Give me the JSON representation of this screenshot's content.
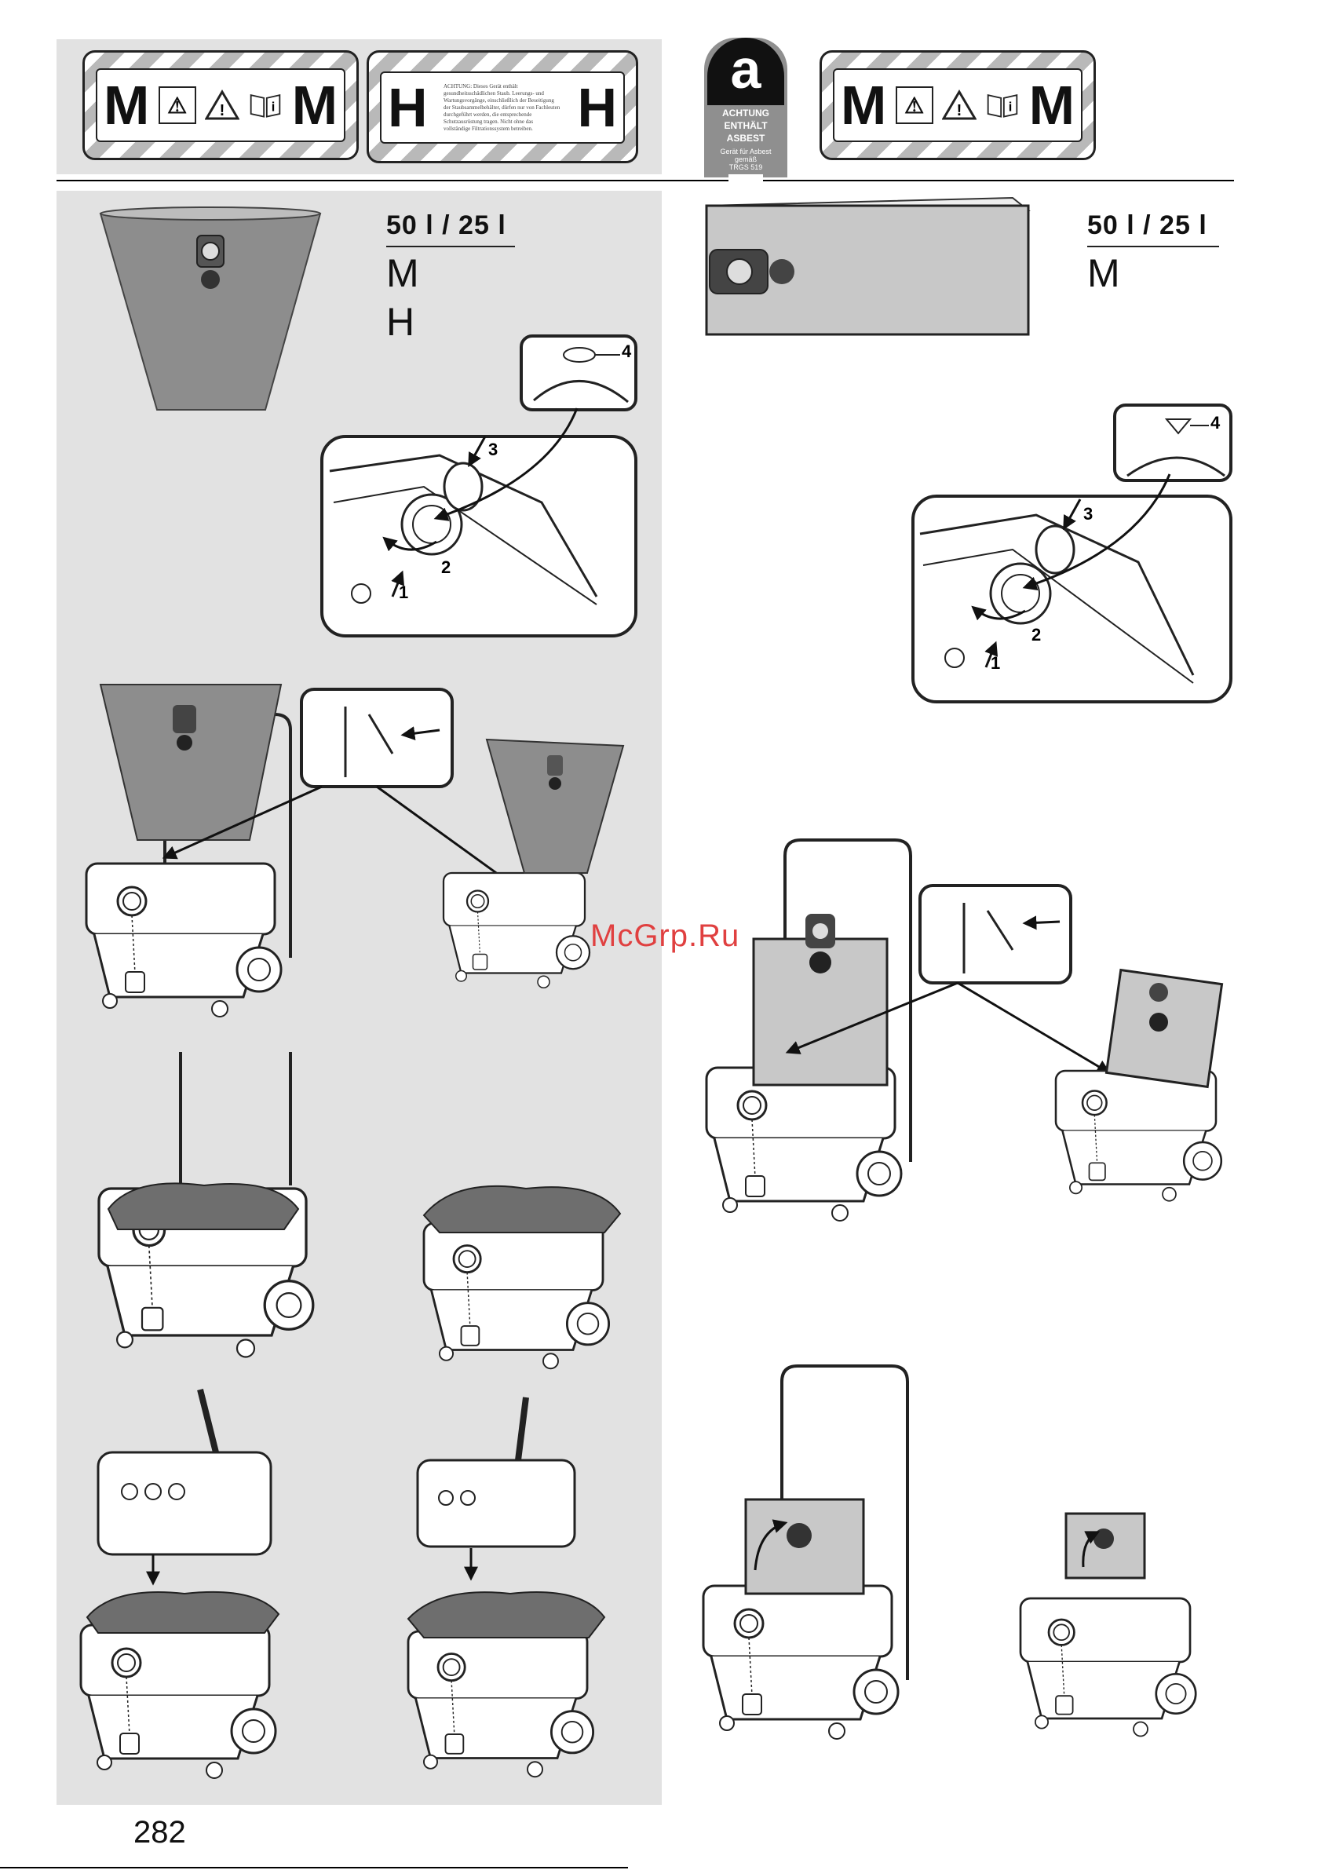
{
  "labels": {
    "m_letter": "M",
    "h_letter": "H",
    "h_label_text": "ACHTUNG: Dieses Gerät enthält gesundheitsschädlichen Staub. Leerungs- und Wartungsvorgänge, einschließlich der Beseitigung der Staubsammelbehälter, dürfen nur von Fachleuten durchgeführt werden, die entsprechende Schutzausrüstung tragen. Nicht ohne das vollständige Filtrationssystem betreiben.",
    "info_icon": "i",
    "warning_icon": "!"
  },
  "asbestos_tag": {
    "letter": "a",
    "title_line1": "ACHTUNG",
    "title_line2": "ENTHÄLT",
    "title_line3": "ASBEST",
    "small_line1": "Gerät für Asbest",
    "small_line2": "gemäß",
    "small_line3": "TRGS 519"
  },
  "left_column": {
    "capacity": "50 l / 25 l",
    "class_m": "M",
    "class_h": "H"
  },
  "right_column": {
    "capacity": "50 l / 25 l",
    "class_m": "M"
  },
  "step_numbers": {
    "one": "1",
    "two": "2",
    "three": "3",
    "four": "4"
  },
  "watermark": "McGrp.Ru",
  "page_number": "282",
  "colors": {
    "panel_grey": "#e2e2e2",
    "bag_grey": "#8d8d8d",
    "dark_grey": "#555555",
    "line": "#222222",
    "watermark": "#e04040"
  }
}
